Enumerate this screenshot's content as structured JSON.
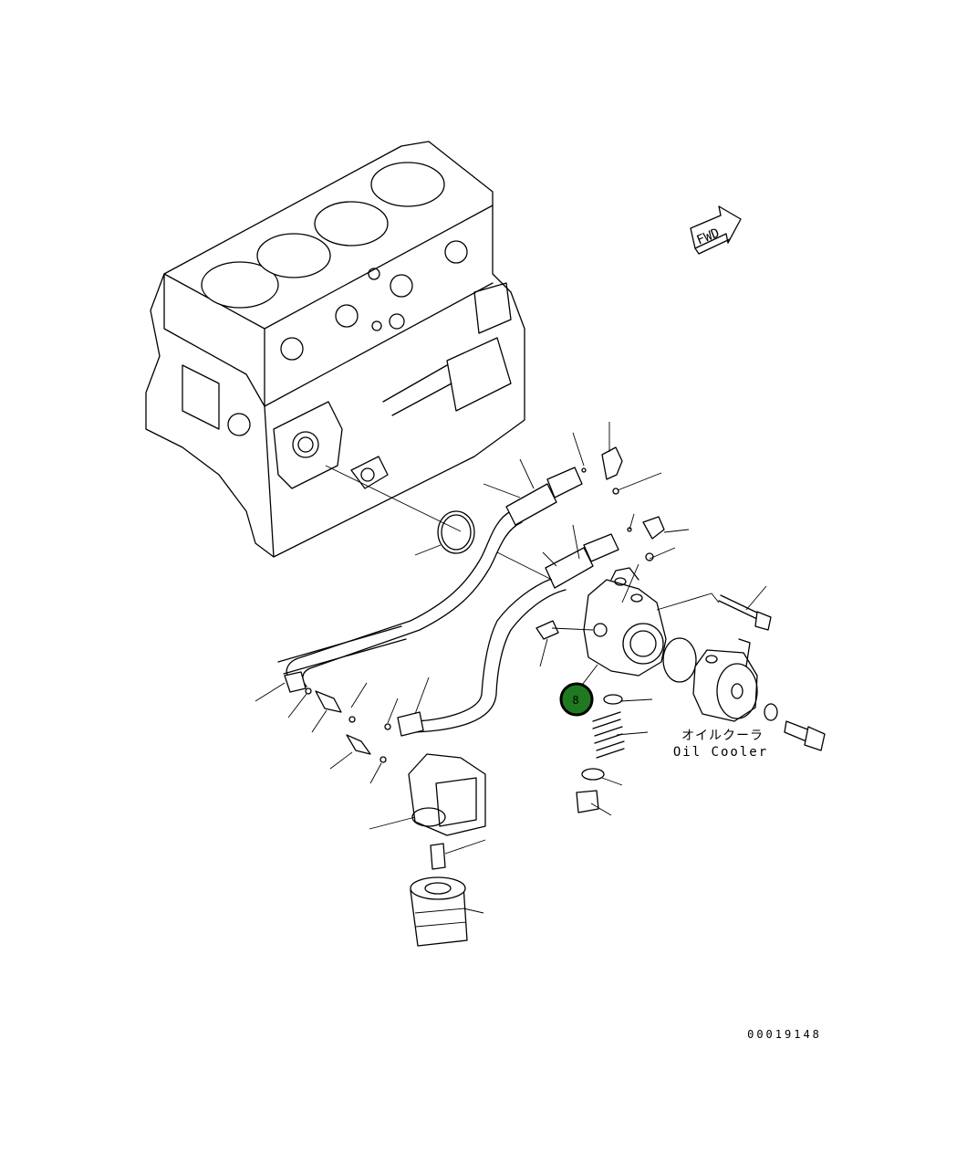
{
  "labels": {
    "fwd": "FWD",
    "oil_cooler_jp": "オイルクーラ",
    "oil_cooler_en": "Oil Cooler",
    "drawing_number": "00019148"
  },
  "callout": {
    "number": "8",
    "color": "#1f7a1f"
  }
}
